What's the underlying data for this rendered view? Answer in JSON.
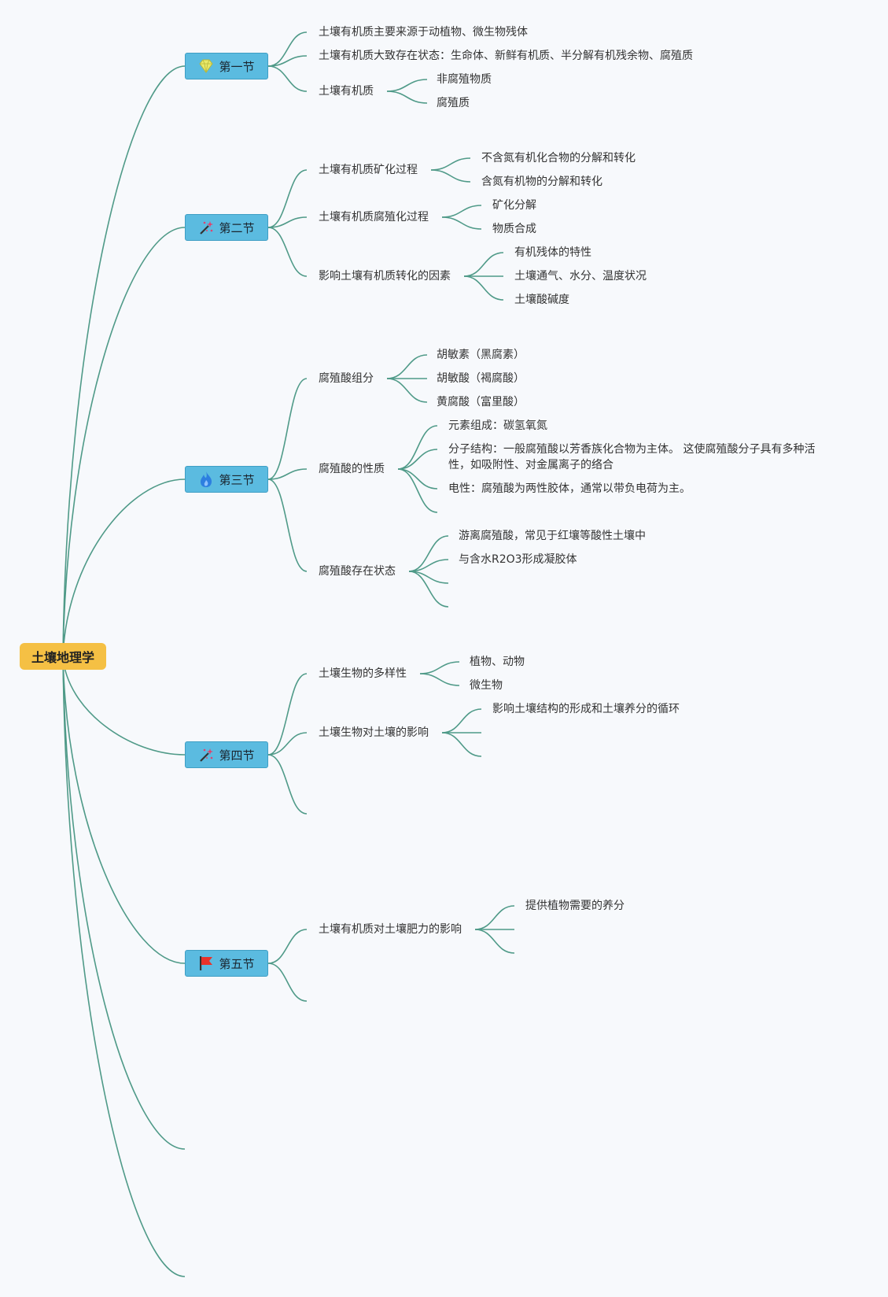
{
  "root": "土壤地理学",
  "colors": {
    "link": "#4f9a88",
    "root_bg": "#f5c044",
    "section_bg": "#5bbbe0",
    "background": "#f7f9fc"
  },
  "sections": [
    {
      "label": "第一节",
      "icon": "gem-icon",
      "topics": [
        {
          "label": "土壤有机质主要来源于动植物、微生物残体",
          "children": []
        },
        {
          "label": "土壤有机质大致存在状态：生命体、新鲜有机质、半分解有机残余物、腐殖质",
          "children": []
        },
        {
          "label": "土壤有机质",
          "children": [
            "非腐殖物质",
            "腐殖质"
          ]
        }
      ]
    },
    {
      "label": "第二节",
      "icon": "magic-wand-icon",
      "topics": [
        {
          "label": "土壤有机质矿化过程",
          "children": [
            "不含氮有机化合物的分解和转化",
            "含氮有机物的分解和转化"
          ]
        },
        {
          "label": "土壤有机质腐殖化过程",
          "children": [
            "矿化分解",
            "物质合成"
          ]
        },
        {
          "label": "影响土壤有机质转化的因素",
          "children": [
            "有机残体的特性",
            "土壤通气、水分、温度状况",
            "土壤酸碱度"
          ]
        }
      ]
    },
    {
      "label": "第三节",
      "icon": "flame-icon",
      "topics": [
        {
          "label": "腐殖酸组分",
          "children": [
            "胡敏素（黑腐素）",
            "胡敏酸（褐腐酸）",
            "黄腐酸（富里酸）"
          ]
        },
        {
          "label": "腐殖酸的性质",
          "children": [
            "元素组成：碳氢氧氮",
            "分子结构：一般腐殖酸以芳香族化合物为主体。 这使腐殖酸分子具有多种活性，如吸附性、对金属离子的络合",
            "电性：腐殖酸为两性胶体，通常以带负电荷为主。",
            ""
          ]
        },
        {
          "label": "腐殖酸存在状态",
          "children": [
            "游离腐殖酸，常见于红壤等酸性土壤中",
            "与含水R2O3形成凝胶体",
            "",
            ""
          ]
        }
      ]
    },
    {
      "label": "第四节",
      "icon": "magic-wand-icon",
      "topics": [
        {
          "label": "土壤生物的多样性",
          "children": [
            "植物、动物",
            "微生物"
          ]
        },
        {
          "label": "土壤生物对土壤的影响",
          "children": [
            "影响土壤结构的形成和土壤养分的循环",
            "",
            ""
          ]
        },
        {
          "label": "",
          "children": []
        }
      ]
    },
    {
      "label": "第五节",
      "icon": "red-flag-icon",
      "topics": [
        {
          "label": "土壤有机质对土壤肥力的影响",
          "children": [
            "提供植物需要的养分",
            "",
            ""
          ]
        },
        {
          "label": "",
          "children": []
        }
      ]
    }
  ]
}
